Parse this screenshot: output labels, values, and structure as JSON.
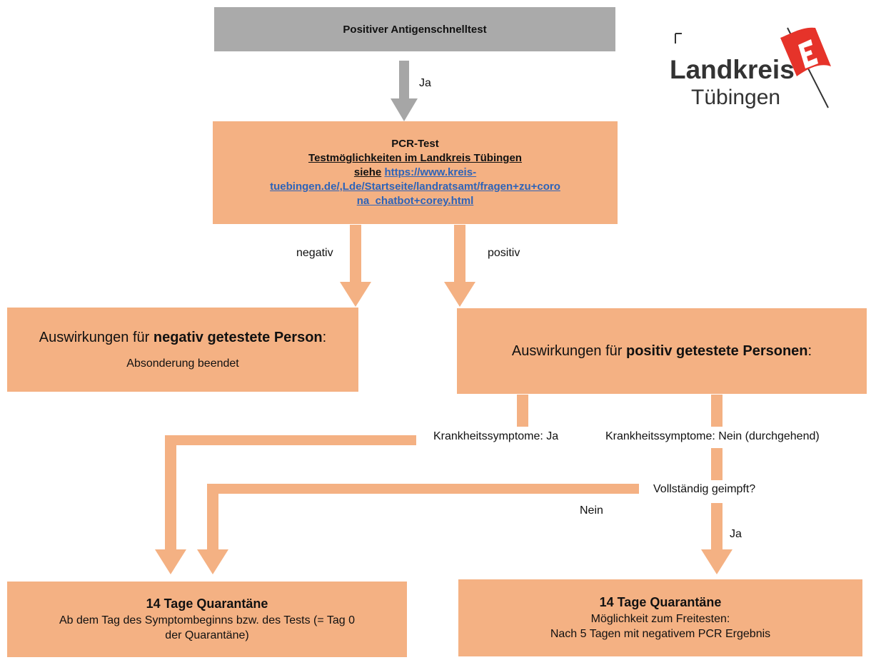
{
  "colors": {
    "box_gray": "#aaaaaa",
    "box_orange": "#f4b183",
    "arrow_gray": "#a6a6a6",
    "arrow_orange": "#f4b183",
    "link": "#2e63b8",
    "logo_red": "#e6332a"
  },
  "logo": {
    "line1": "Landkreis",
    "line2": "Tübingen"
  },
  "start": {
    "title": "Positiver Antigenschnelltest"
  },
  "pcr": {
    "title": "PCR-Test",
    "subtitle": "Testmöglichkeiten im Landkreis Tübingen",
    "see": "siehe",
    "url_1": "https://www.kreis-",
    "url_2": "tuebingen.de/,Lde/Startseite/landratsamt/fragen+zu+coro",
    "url_3": "na_chatbot+corey.html"
  },
  "edges": {
    "ja_1": "Ja",
    "negativ": "negativ",
    "positiv": "positiv",
    "sym_ja": "Krankheitssymptome: Ja",
    "sym_nein": "Krankheitssymptome: Nein (durchgehend)",
    "geimpft": "Vollständig geimpft?",
    "nein": "Nein",
    "ja_2": "Ja"
  },
  "neg_box": {
    "prefix": "Auswirkungen für ",
    "bold": "negativ getestete Person",
    "suffix": ":",
    "line2": "Absonderung beendet"
  },
  "pos_box": {
    "prefix": "Auswirkungen für ",
    "bold": "positiv getestete Personen",
    "suffix": ":"
  },
  "quar_left": {
    "title": "14 Tage Quarantäne",
    "line1": "Ab dem Tag des Symptombeginns bzw. des Tests (= Tag 0",
    "line2": "der Quarantäne)"
  },
  "quar_right": {
    "title": "14 Tage Quarantäne",
    "line1": "Möglichkeit zum Freitesten:",
    "line2": "Nach 5 Tagen mit negativem PCR Ergebnis"
  }
}
